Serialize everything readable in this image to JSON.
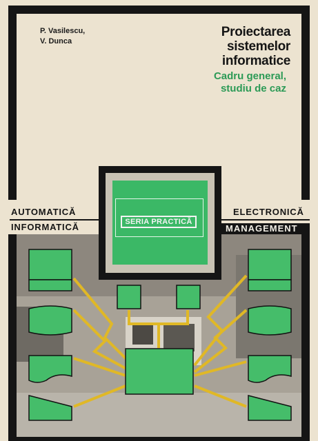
{
  "authors": [
    "P. Vasilescu,",
    "V. Dunca"
  ],
  "title_lines": [
    "Proiectarea",
    "sistemelor",
    "informatice"
  ],
  "subtitle_lines": [
    "Cadru general,",
    "studiu de caz"
  ],
  "series_label": "SERIA PRACTICĂ",
  "bands": {
    "left_top": "AUTOMATICĂ",
    "right_top": "ELECTRONICĂ",
    "left_bottom": "INFORMATICĂ",
    "right_bottom": "MANAGEMENT"
  },
  "colors": {
    "accent_green": "#3bb866",
    "frame_black": "#151515",
    "ray_yellow": "#e0b826",
    "subtitle_green": "#2c9a56"
  }
}
